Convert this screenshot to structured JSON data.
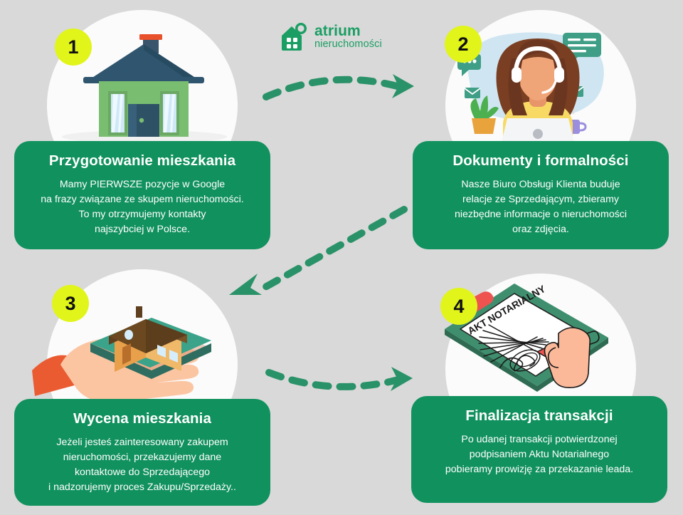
{
  "background_color": "#d9d9d9",
  "brand": {
    "accent_green": "#11915e",
    "logo_green": "#1a9e63",
    "badge_yellow": "#e1f51a",
    "logo_name_line1": "atrium",
    "logo_name_line2": "nieruchomości",
    "logo_icon": "house-magnifier-icon"
  },
  "steps": [
    {
      "number": "1",
      "title": "Przygotowanie mieszkania",
      "body": "Mamy PIERWSZE pozycje w Google\nna frazy związane ze skupem nieruchomości.\nTo my otrzymujemy kontakty\nnajszybciej w Polsce.",
      "illustration": "house-front-illustration"
    },
    {
      "number": "2",
      "title": "Dokumenty i formalności",
      "body": "Nasze Biuro Obsługi Klienta buduje\nrelacje ze Sprzedającym, zbieramy\nniezbędne informacje o nieruchomości\noraz zdjęcia.",
      "illustration": "customer-support-agent-illustration"
    },
    {
      "number": "3",
      "title": "Wycena mieszkania",
      "body": "Jeżeli jesteś zainteresowany zakupem\nnieruchomości, przekazujemy dane\nkontaktowe do Sprzedającego\ni nadzorujemy proces Zakupu/Sprzedaży..",
      "illustration": "hand-holding-house-illustration"
    },
    {
      "number": "4",
      "title": "Finalizacja transakcji",
      "body": "Po udanej transakcji potwierdzonej\npodpisaniem Aktu Notarialnego\npobieramy prowizję za przekazanie leada.",
      "illustration": "signing-notarial-deed-illustration"
    }
  ],
  "illustration_labels": {
    "notarial_deed_title": "AKT NOTARIALNY"
  },
  "arrows": [
    {
      "name": "arrow-step1-to-step2",
      "direction": "right"
    },
    {
      "name": "arrow-step2-to-step3",
      "direction": "down-left"
    },
    {
      "name": "arrow-step3-to-step4",
      "direction": "right"
    }
  ]
}
